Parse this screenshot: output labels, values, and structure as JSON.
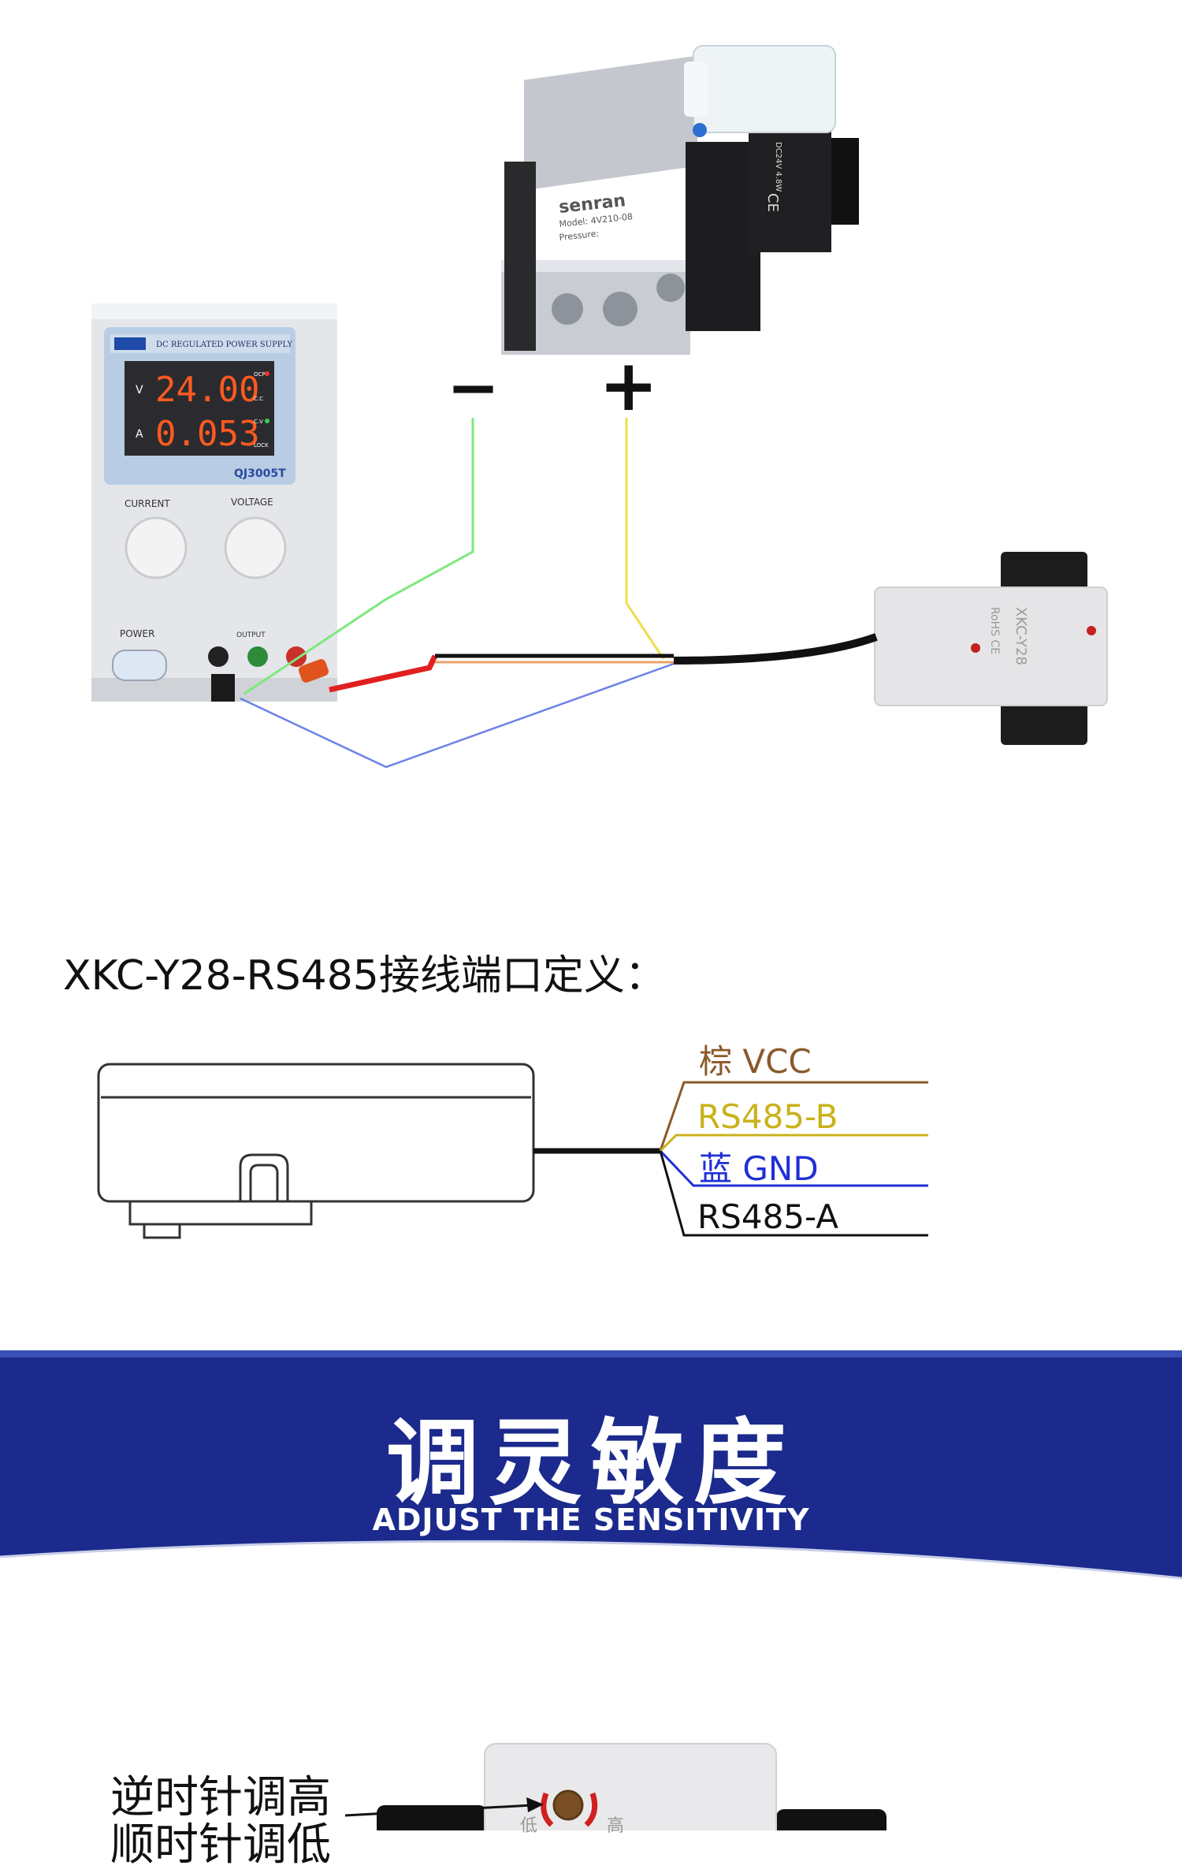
{
  "power_supply": {
    "header": "DC REGULATED POWER SUPPLY",
    "voltage_unit": "V",
    "voltage_reading": "24.00",
    "current_unit": "A",
    "current_reading": "0.053",
    "ind_ocp": "OCP",
    "ind_cc": "C.C",
    "ind_cv": "C.V",
    "ind_lock": "LOCK",
    "model": "QJ3005T",
    "knob_current": "CURRENT",
    "knob_voltage": "VOLTAGE",
    "power_label": "POWER",
    "output_label": "OUTPUT"
  },
  "valve": {
    "brand": "senran",
    "model": "Model: 4V210-08",
    "pressure": "Pressure:",
    "coil_text": "DC24V 4.8W",
    "ce": "CE"
  },
  "sensor_photo": {
    "model": "XKC-Y28",
    "marks": "RoHS CE"
  },
  "polarity": {
    "minus": "−",
    "plus": "+"
  },
  "wiring": {
    "title": "XKC-Y28-RS485接线端口定义：",
    "wires": [
      {
        "label": "棕 VCC",
        "color": "#8a5a2b"
      },
      {
        "label": "RS485-B",
        "color": "#c9b21c"
      },
      {
        "label": "蓝 GND",
        "color": "#1f2fd6"
      },
      {
        "label": "RS485-A",
        "color": "#111111"
      }
    ]
  },
  "banner": {
    "title_cn": "调灵敏度",
    "title_en": "ADJUST THE SENSITIVITY",
    "color": "#1b2a8c"
  },
  "sensitivity": {
    "note_ccw": "逆时针调高",
    "note_cw": "顺时针调低",
    "low": "低",
    "high": "高"
  }
}
